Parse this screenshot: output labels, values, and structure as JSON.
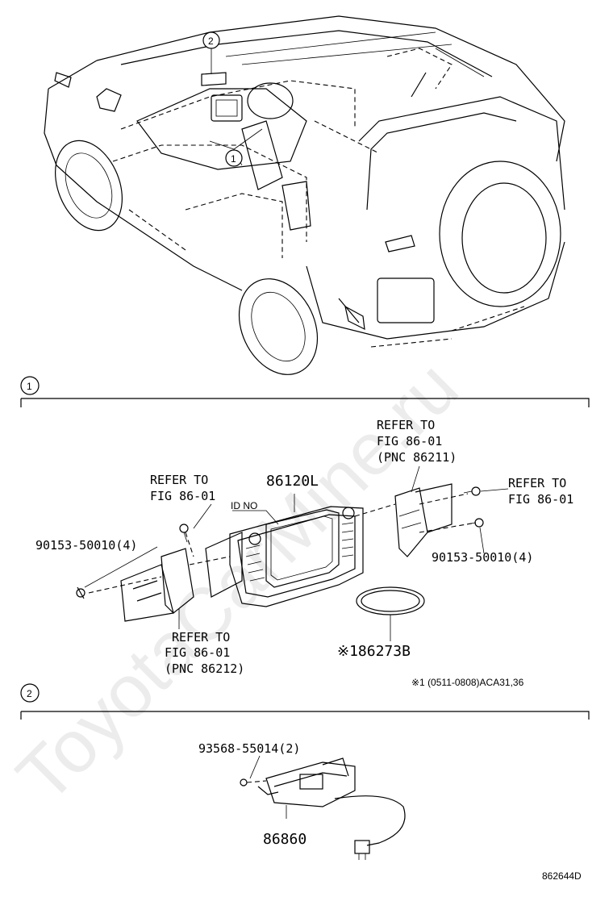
{
  "callouts": {
    "c1": "1",
    "c2": "2",
    "car_c1": "1",
    "car_c2": "2"
  },
  "section1": {
    "main_part": "86120L",
    "id_no": "ID NO",
    "refer_left_top": [
      "REFER TO",
      "FIG 86-01"
    ],
    "refer_right_top": [
      "REFER TO",
      "FIG 86-01",
      "(PNC 86211)"
    ],
    "refer_right_mid": [
      "REFER TO",
      "FIG 86-01"
    ],
    "refer_left_bottom": [
      "REFER TO",
      "FIG 86-01",
      "(PNC 86212)"
    ],
    "bolt_left": "90153-50010(4)",
    "bolt_right": "90153-50010(4)",
    "ring_part": "※186273B",
    "note": "※1 (0511-0808)ACA31,36"
  },
  "section2": {
    "screw": "93568-55014(2)",
    "part": "86860"
  },
  "figure_id": "862644D",
  "watermark": "ToyotaCarMine.ru"
}
